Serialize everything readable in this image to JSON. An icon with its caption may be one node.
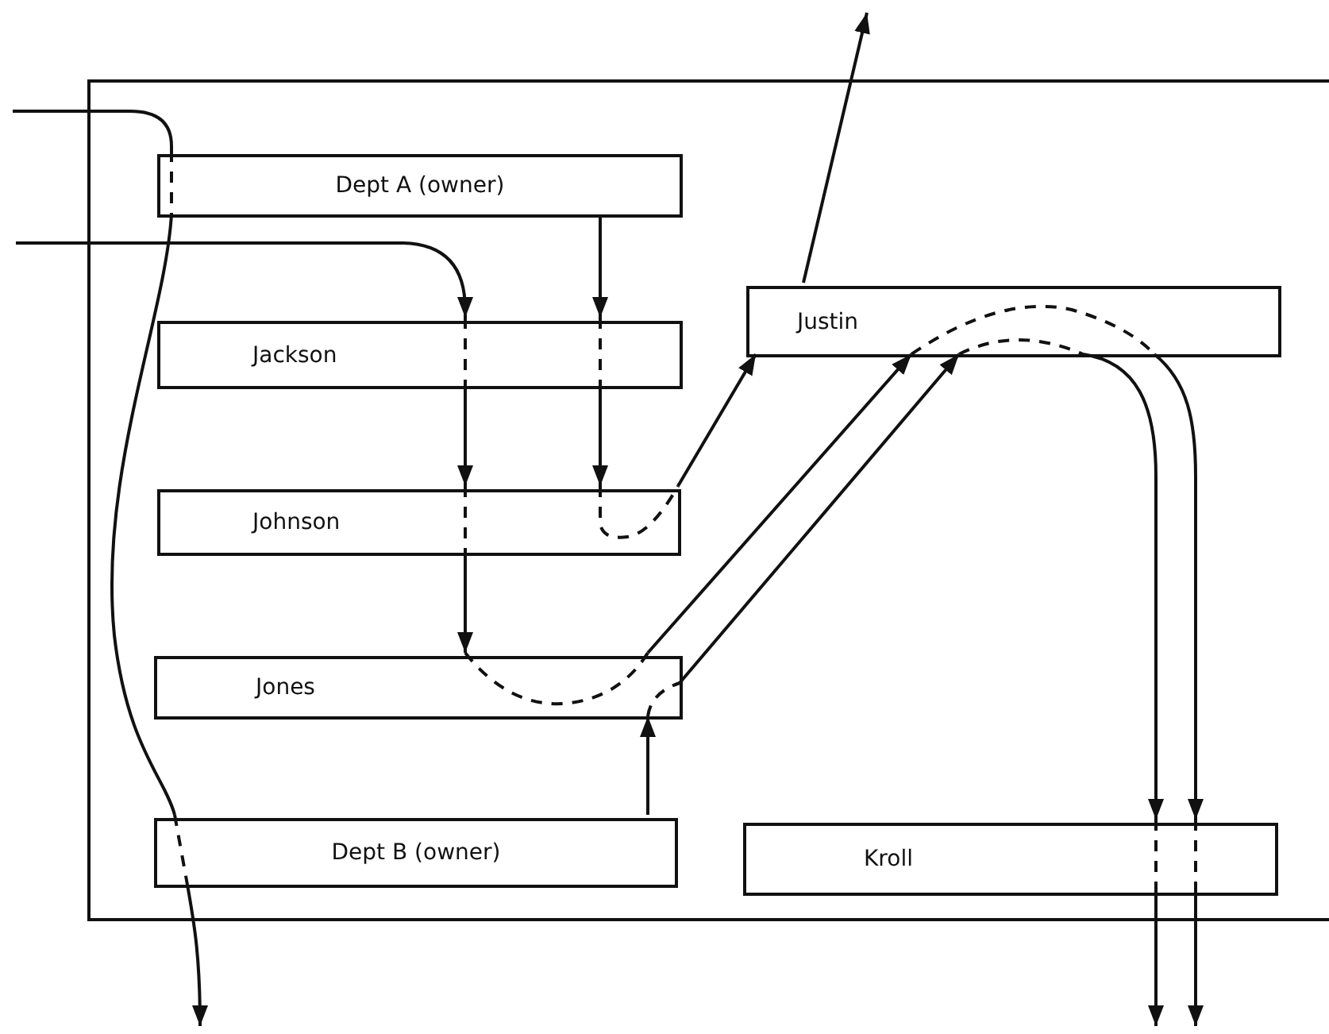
{
  "diagram": {
    "nodes": [
      {
        "text": [],
        "shape": "box"
      },
      {
        "text": [
          "Dept A (owner)"
        ],
        "in": 0
      },
      {
        "text": [
          "Jackson"
        ],
        "in": 0
      },
      {
        "text": [
          "Johnson"
        ],
        "in": 0
      },
      {
        "text": [
          "Jones"
        ],
        "in": 0
      },
      {
        "text": [
          "Justin"
        ],
        "in": 0
      },
      {
        "text": [
          "Dept B (owner)"
        ],
        "in": 0
      },
      {
        "text": [
          "Kroll"
        ],
        "in": 0
      }
    ],
    "edges": [
      {
        "from": null,
        "to": 1,
        "arrow": "none"
      },
      {
        "from": 1,
        "to": 6,
        "arrow": "none"
      },
      {
        "from": 6,
        "to": null,
        "arrow": "to"
      },
      {
        "from": null,
        "to": 2,
        "arrow": "to"
      },
      {
        "from": 2,
        "to": 3,
        "arrow": "to"
      },
      {
        "from": 3,
        "to": 4,
        "arrow": "to"
      },
      {
        "from": 1,
        "to": 2,
        "arrow": "to"
      },
      {
        "from": 2,
        "to": 3,
        "arrow": "to"
      },
      {
        "from": 3,
        "to": 5,
        "arrow": "to"
      },
      {
        "from": 4,
        "to": 5,
        "arrow": "to"
      },
      {
        "from": 6,
        "to": 4,
        "arrow": "to"
      },
      {
        "from": 4,
        "to": 5,
        "arrow": "to"
      },
      {
        "from": 5,
        "to": 7,
        "arrow": "to"
      },
      {
        "from": 5,
        "to": 7,
        "arrow": "to"
      },
      {
        "from": 7,
        "to": null,
        "arrow": "to"
      },
      {
        "from": 7,
        "to": null,
        "arrow": "to"
      },
      {
        "from": 5,
        "to": null,
        "arrow": "to"
      }
    ]
  }
}
